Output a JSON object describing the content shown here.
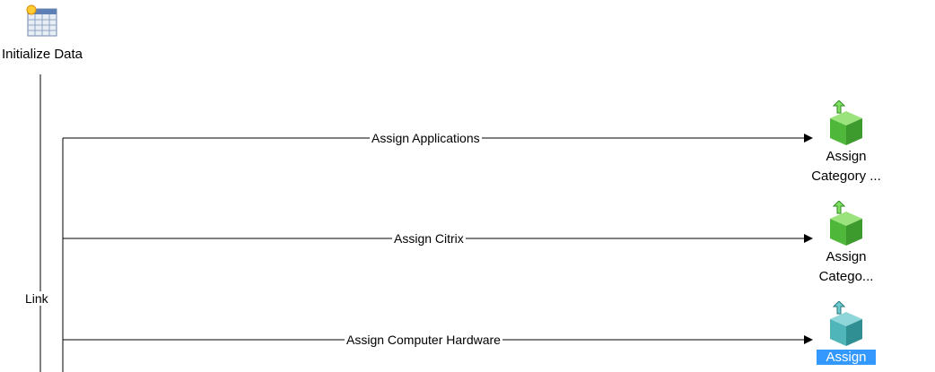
{
  "start_node": {
    "label": "Initialize Data",
    "icon": "table-icon"
  },
  "trunk": {
    "label": "Link"
  },
  "branches": [
    {
      "label": "Assign Applications",
      "target_line1": "Assign",
      "target_line2": "Category ...",
      "icon": "green-upload-box-icon",
      "selected": false
    },
    {
      "label": "Assign Citrix",
      "target_line1": "Assign",
      "target_line2": "Catego...",
      "icon": "green-upload-box-icon",
      "selected": false
    },
    {
      "label": "Assign Computer Hardware",
      "target_line1": "Assign",
      "target_line2": "",
      "icon": "teal-upload-box-icon",
      "selected": true
    }
  ],
  "colors": {
    "selection": "#3399ff",
    "green_box": "#5fcf3f",
    "teal_box": "#4fb5b8"
  }
}
